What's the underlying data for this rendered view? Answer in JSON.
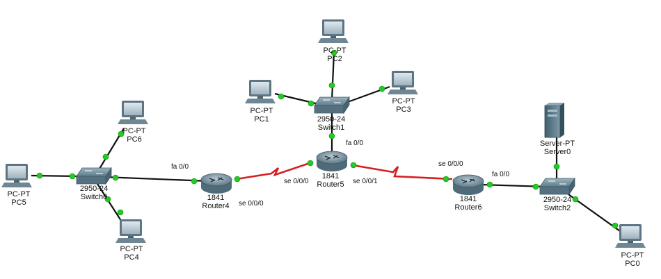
{
  "colors": {
    "ethernet": "#111111",
    "serial": "#d62020",
    "link_light": "#22cc22"
  },
  "devices": {
    "pc2": {
      "type": "PC-PT",
      "name": "PC2"
    },
    "pc1": {
      "type": "PC-PT",
      "name": "PC1"
    },
    "pc3": {
      "type": "PC-PT",
      "name": "PC3"
    },
    "pc6": {
      "type": "PC-PT",
      "name": "PC6"
    },
    "pc5": {
      "type": "PC-PT",
      "name": "PC5"
    },
    "pc4": {
      "type": "PC-PT",
      "name": "PC4"
    },
    "pc0": {
      "type": "PC-PT",
      "name": "PC0"
    },
    "server0": {
      "type": "Server-PT",
      "name": "Server0"
    },
    "switch0": {
      "type": "2950-24",
      "name": "Switch0"
    },
    "switch1": {
      "type": "2950-24",
      "name": "Switch1"
    },
    "switch2": {
      "type": "2950-24",
      "name": "Switch2"
    },
    "router4": {
      "type": "1841",
      "name": "Router4"
    },
    "router5": {
      "type": "1841",
      "name": "Router5"
    },
    "router6": {
      "type": "1841",
      "name": "Router6"
    }
  },
  "ports": {
    "r4_fa": "fa 0/0",
    "r4_se": "se 0/0/0",
    "r5_fa": "fa 0/0",
    "r5_se0": "se 0/0/0",
    "r5_se1": "se 0/0/1",
    "r6_se": "se 0/0/0",
    "r6_fa": "fa 0/0"
  }
}
